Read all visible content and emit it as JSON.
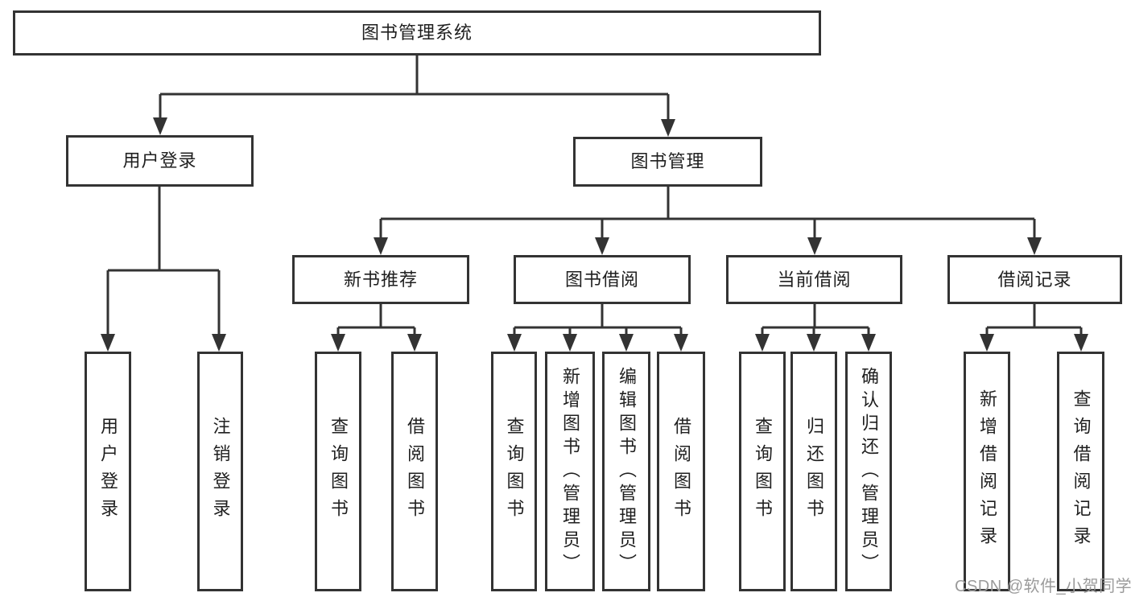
{
  "nodes": {
    "root": "图书管理系统",
    "user_login": "用户登录",
    "book_management": "图书管理",
    "new_book_recommend": "新书推荐",
    "book_borrowing": "图书借阅",
    "current_borrowing": "当前借阅",
    "borrow_records": "借阅记录",
    "leaf_user_login": "用户登录",
    "leaf_logout": "注销登录",
    "leaf_nb_query": "查询图书",
    "leaf_nb_borrow": "借阅图书",
    "leaf_bb_query": "查询图书",
    "leaf_bb_add": "新增图书（管理员）",
    "leaf_bb_edit": "编辑图书（管理员）",
    "leaf_bb_borrow": "借阅图书",
    "leaf_cb_query": "查询图书",
    "leaf_cb_return": "归还图书",
    "leaf_cb_confirm": "确认归还（管理员）",
    "leaf_br_add": "新增借阅记录",
    "leaf_br_query": "查询借阅记录"
  },
  "watermark": "CSDN @软件_小贺同学",
  "colors": {
    "line": "#333333",
    "text": "#1f1f1f",
    "background": "#ffffff",
    "watermark": "#9b9b9b"
  }
}
